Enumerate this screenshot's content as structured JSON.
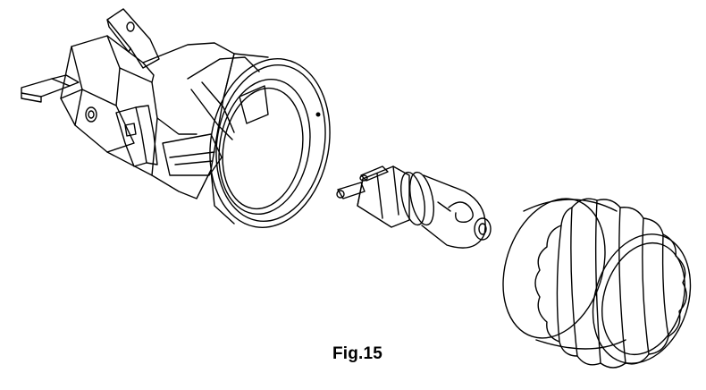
{
  "figure": {
    "caption": "Fig.15",
    "parts": [
      {
        "name": "lamp-holder-housing",
        "icon": "lamp-socket-housing-drawing"
      },
      {
        "name": "lamp-bulb",
        "icon": "bulb-with-pin-base-drawing"
      },
      {
        "name": "glass-cover-cap",
        "icon": "knurled-glass-cover-drawing"
      }
    ],
    "colors": {
      "line": "#000000",
      "background": "#ffffff"
    }
  }
}
